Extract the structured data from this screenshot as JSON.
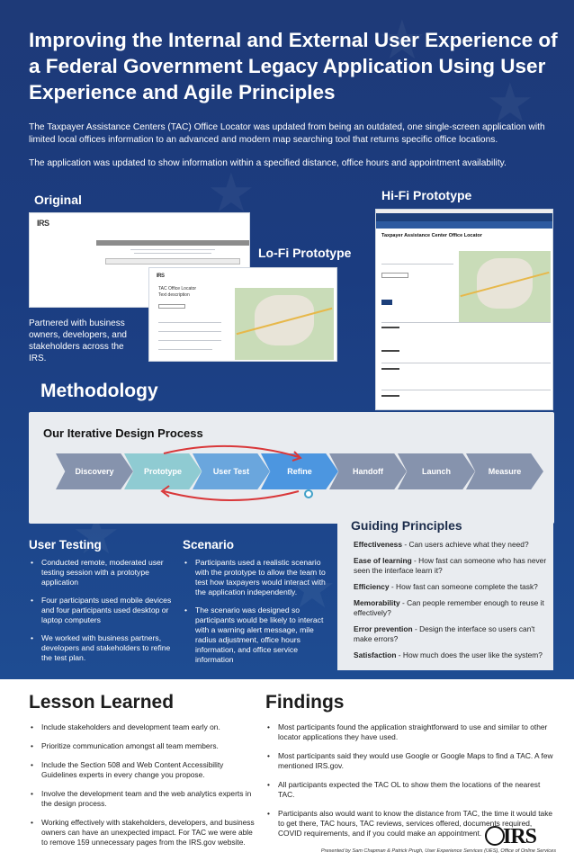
{
  "header": {
    "title": "Improving the Internal and External User Experience of a Federal Government Legacy Application Using User Experience and Agile Principles",
    "intro1": "The Taxpayer Assistance Centers (TAC) Office Locator was updated from being an outdated, one single-screen application with limited local offices information to an advanced and modern map searching tool that returns specific office locations.",
    "intro2": "The application was updated to show information within a specified distance, office hours and appointment availability."
  },
  "prototypes": {
    "original_label": "Original",
    "lofi_label": "Lo-Fi Prototype",
    "hifi_label": "Hi-Fi Prototype",
    "partner_text": "Partnered with business owners, developers, and stakeholders across the IRS.",
    "irs_mini": "IRS",
    "lofi_title": "TAC Office Locator",
    "lofi_desc": "Text description",
    "hifi_title": "Taxpayer Assistance Center Office Locator"
  },
  "methodology": {
    "heading": "Methodology",
    "process_title": "Our Iterative Design Process",
    "steps": [
      "Discovery",
      "Prototype",
      "User Test",
      "Refine",
      "Handoff",
      "Launch",
      "Measure"
    ]
  },
  "guiding": {
    "title": "Guiding Principles",
    "items": [
      {
        "term": "Effectiveness",
        "desc": " - Can users achieve what they need?"
      },
      {
        "term": "Ease of learning",
        "desc": " - How fast can someone who has never seen the interface learn it?"
      },
      {
        "term": "Efficiency",
        "desc": " - How fast can someone complete the task?"
      },
      {
        "term": "Memorability",
        "desc": " - Can people remember enough to reuse it effectively?"
      },
      {
        "term": "Error prevention",
        "desc": " - Design the interface so users can't make errors?"
      },
      {
        "term": "Satisfaction",
        "desc": " - How much does the user like the system?"
      }
    ]
  },
  "user_testing": {
    "heading": "User Testing",
    "items": [
      "Conducted remote, moderated user testing session with a prototype application",
      "Four participants used mobile devices and four participants used desktop or laptop computers",
      "We worked with business partners, developers and stakeholders to refine the test plan."
    ]
  },
  "scenario": {
    "heading": "Scenario",
    "items": [
      "Participants used a realistic scenario with the prototype to allow the team to test how taxpayers would interact with the application independently.",
      "The scenario was designed so participants would be likely to interact with a warning alert message, mile radius adjustment, office hours information, and office service information"
    ]
  },
  "lesson": {
    "heading": "Lesson Learned",
    "items": [
      "Include stakeholders and development team early on.",
      "Prioritize communication amongst all team members.",
      "Include the Section 508 and Web Content Accessibility Guidelines experts in every change you propose.",
      "Involve the development team and the web analytics experts in the design process.",
      "Working effectively with stakeholders, developers, and business owners can have an unexpected impact. For TAC we were able to remove 159 unnecessary pages from the IRS.gov website."
    ]
  },
  "findings": {
    "heading": "Findings",
    "items": [
      "Most participants found the application straightforward to use and similar to other locator applications they have used.",
      "Most participants said they would use Google or Google Maps to find a TAC. A few mentioned IRS.gov.",
      "All participants expected the TAC OL to show them the locations of the nearest TAC.",
      "Participants also would want to know the distance from TAC, the time it would take to get there, TAC hours, TAC reviews, services offered, documents required, COVID requirements, and if you could make an appointment."
    ]
  },
  "footer": {
    "logo": "IRS",
    "credit": "Presented by Sam Chapman & Patrick Prugh, User Experience Services (UES), Office of Online Services"
  }
}
